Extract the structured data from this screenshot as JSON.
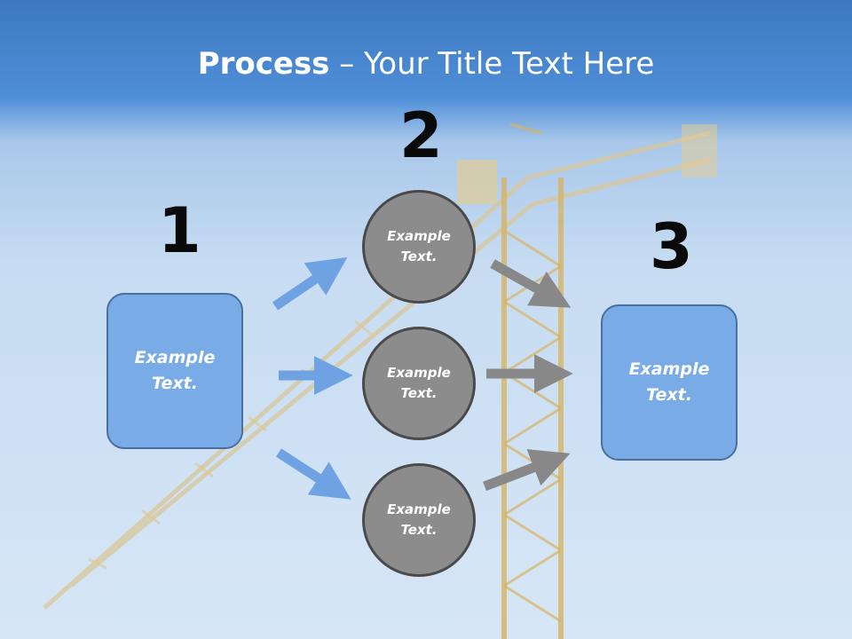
{
  "title": {
    "bold": "Process",
    "rest": " – Your Title Text Here"
  },
  "steps": [
    {
      "number": "1",
      "label": "Example Text."
    },
    {
      "number": "2",
      "items": [
        "Example Text.",
        "Example Text.",
        "Example Text."
      ]
    },
    {
      "number": "3",
      "label": "Example Text."
    }
  ],
  "colors": {
    "box_fill": "#79ace6",
    "circle_fill": "#8c8c8c",
    "blue_arrow": "#6ea2e2",
    "gray_arrow": "#888888",
    "title_band": "#4f8fd8"
  }
}
